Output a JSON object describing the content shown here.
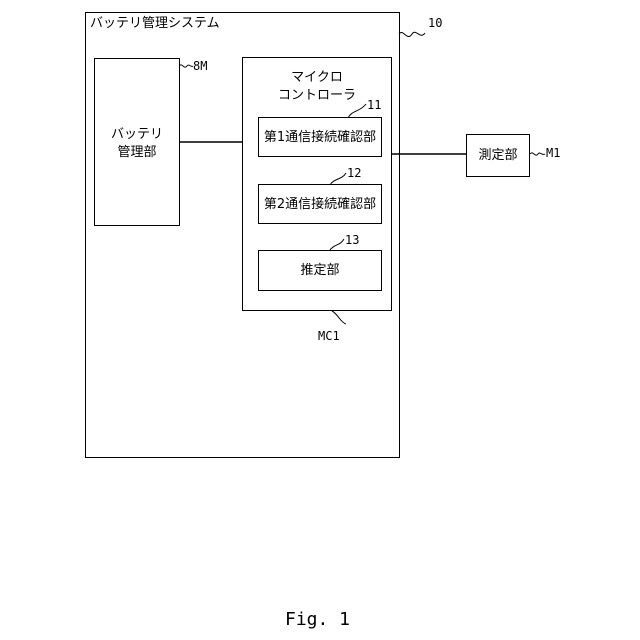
{
  "system": {
    "title": "バッテリ管理システム",
    "ref": "10"
  },
  "bms_unit": {
    "label_line1": "バッテリ",
    "label_line2": "管理部",
    "ref": "8M"
  },
  "microcontroller": {
    "label_line1": "マイクロ",
    "label_line2": "コントローラ",
    "ref": "MC1",
    "blocks": [
      {
        "label": "第1通信接続確認部",
        "ref": "11"
      },
      {
        "label": "第2通信接続確認部",
        "ref": "12"
      },
      {
        "label": "推定部",
        "ref": "13"
      }
    ]
  },
  "measurement_unit": {
    "label": "測定部",
    "ref": "M1"
  },
  "caption": "Fig. 1"
}
